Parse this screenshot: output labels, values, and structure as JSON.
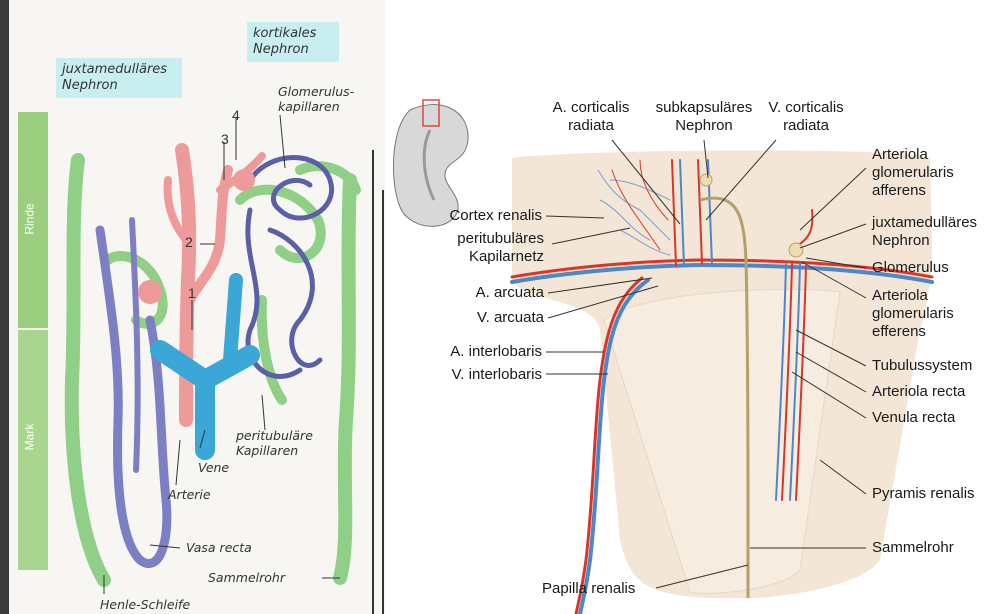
{
  "left_panel": {
    "zone_labels": {
      "cortex": "Rinde",
      "medulla": "Mark"
    },
    "captions": {
      "juxtamedullary": "juxtamedulläres\nNephron",
      "cortical": "kortikales\nNephron"
    },
    "labels": {
      "glomerulus_capillaries": "Glomerulus-\nkapillaren",
      "peritubular_capillaries": "peritubuläre\nKapillaren",
      "vein": "Vene",
      "artery": "Arterie",
      "vasa_recta": "Vasa recta",
      "collecting_duct": "Sammelrohr",
      "loop_of_henle": "Henle-Schleife"
    },
    "numbers": [
      "1",
      "2",
      "3",
      "4"
    ],
    "colors": {
      "nephron": "#8fcf86",
      "artery": "#ef9a9a",
      "vein": "#3aa7d6",
      "capillary": "#6b6fb0",
      "caption_bg": "#c8eef0"
    }
  },
  "right_panel": {
    "labels_left": {
      "cortex_renalis": "Cortex renalis",
      "peritubular_network": "peritubuläres\nKapilarnetz",
      "a_arcuata": "A. arcuata",
      "v_arcuata": "V. arcuata",
      "a_interlobaris": "A. interlobaris",
      "v_interlobaris": "V. interlobaris"
    },
    "labels_top": {
      "a_corticalis_radiata": "A. corticalis\nradiata",
      "subcapsular_nephron": "subkapsuläres\nNephron",
      "v_corticalis_radiata": "V. corticalis\nradiata"
    },
    "labels_right": {
      "arteriola_afferens": "Arteriola\nglomerularis\nafferens",
      "juxtamedullary_nephron": "juxtamedulläres\nNephron",
      "glomerulus": "Glomerulus",
      "arteriola_efferens": "Arteriola\nglomerularis\nefferens",
      "tubulus_system": "Tubulussystem",
      "arteriola_recta": "Arteriola recta",
      "venula_recta": "Venula recta",
      "pyramis_renalis": "Pyramis renalis",
      "sammelrohr": "Sammelrohr"
    },
    "labels_bottom": {
      "papilla_renalis": "Papilla renalis"
    },
    "colors": {
      "tissue": "#f3e6d6",
      "artery": "#d9362b",
      "vein": "#4f86c6",
      "duct": "#b4a16a",
      "leader": "#333333"
    }
  }
}
